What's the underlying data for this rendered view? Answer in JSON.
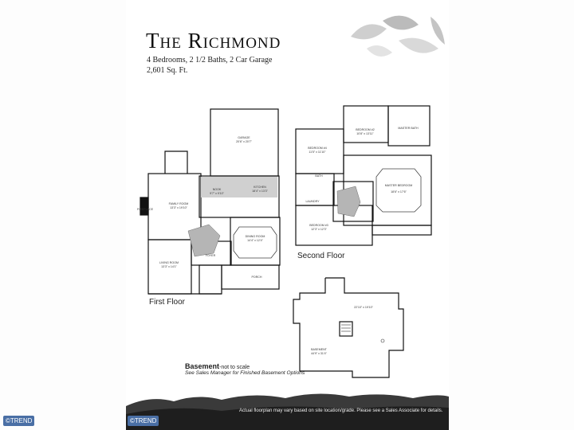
{
  "title": "The Richmond",
  "subtitle_line1": "4 Bedrooms, 2 1/2 Baths, 2 Car Garage",
  "subtitle_line2": "2,601 Sq. Ft.",
  "floors": {
    "first": "First Floor",
    "second": "Second Floor",
    "basement": "Basement",
    "basement_note": "-not to scale",
    "basement_options": "See Sales Manager for Finished Basement Options"
  },
  "rooms": {
    "garage": "GARAGE",
    "garage_dim": "20'6\" x 20'7\"",
    "nook": "NOOK",
    "nook_dim": "9'7\" x 9'10\"",
    "kitchen": "KITCHEN",
    "kitchen_dim": "18'4\" x 13'3\"",
    "fireplace": "FIREPLACE",
    "family": "FAMILY ROOM",
    "family_dim": "13'3\" x 19'10\"",
    "dining": "DINING ROOM",
    "dining_dim": "14'4\" x 12'4\"",
    "living": "LIVING ROOM",
    "living_dim": "13'3\" x 14'1\"",
    "foyer": "FOYER",
    "porch": "PORCH",
    "bedroom2": "BEDROOM #2",
    "bedroom2_dim": "10'8\" x 13'11\"",
    "master_bath": "MASTER BATH",
    "bedroom4": "BEDROOM #4",
    "bedroom4_dim": "11'5\" x 11'10\"",
    "bath": "BATH",
    "master_bedroom": "MASTER BEDROOM",
    "master_bedroom_dim": "18'6\" x 17'6\"",
    "laundry": "LAUNDRY",
    "bedroom3": "BEDROOM #3",
    "bedroom3_dim": "12'3\" x 12'3\"",
    "basement_room": "BASEMENT",
    "basement_dim1": "22'10\" x 19'10\"",
    "basement_dim2": "44'9\" x 31'4\""
  },
  "disclaimer": "Actual floorplan may vary based on site location/grade. Please see a Sales Associate for details.",
  "badges": [
    "©TREND",
    "©TREND"
  ]
}
